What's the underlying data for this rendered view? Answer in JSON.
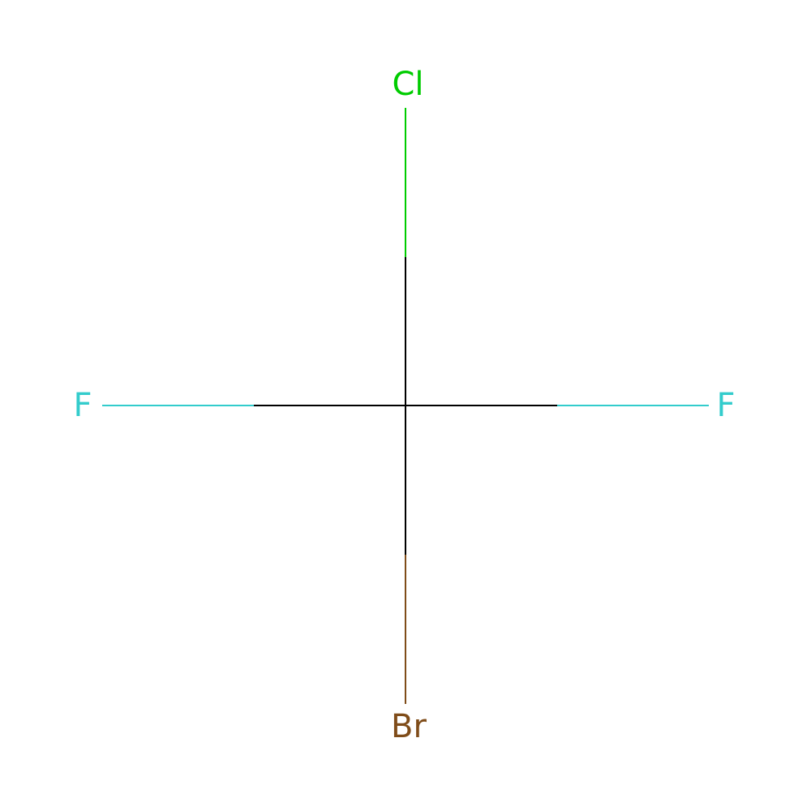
{
  "molecule": {
    "atoms": {
      "cl": {
        "symbol": "Cl",
        "color": "#00CC00"
      },
      "br": {
        "symbol": "Br",
        "color": "#7F4C19"
      },
      "f_left": {
        "symbol": "F",
        "color": "#33CCCC"
      },
      "f_right": {
        "symbol": "F",
        "color": "#33CCCC"
      }
    },
    "bond_color": "#000000"
  }
}
